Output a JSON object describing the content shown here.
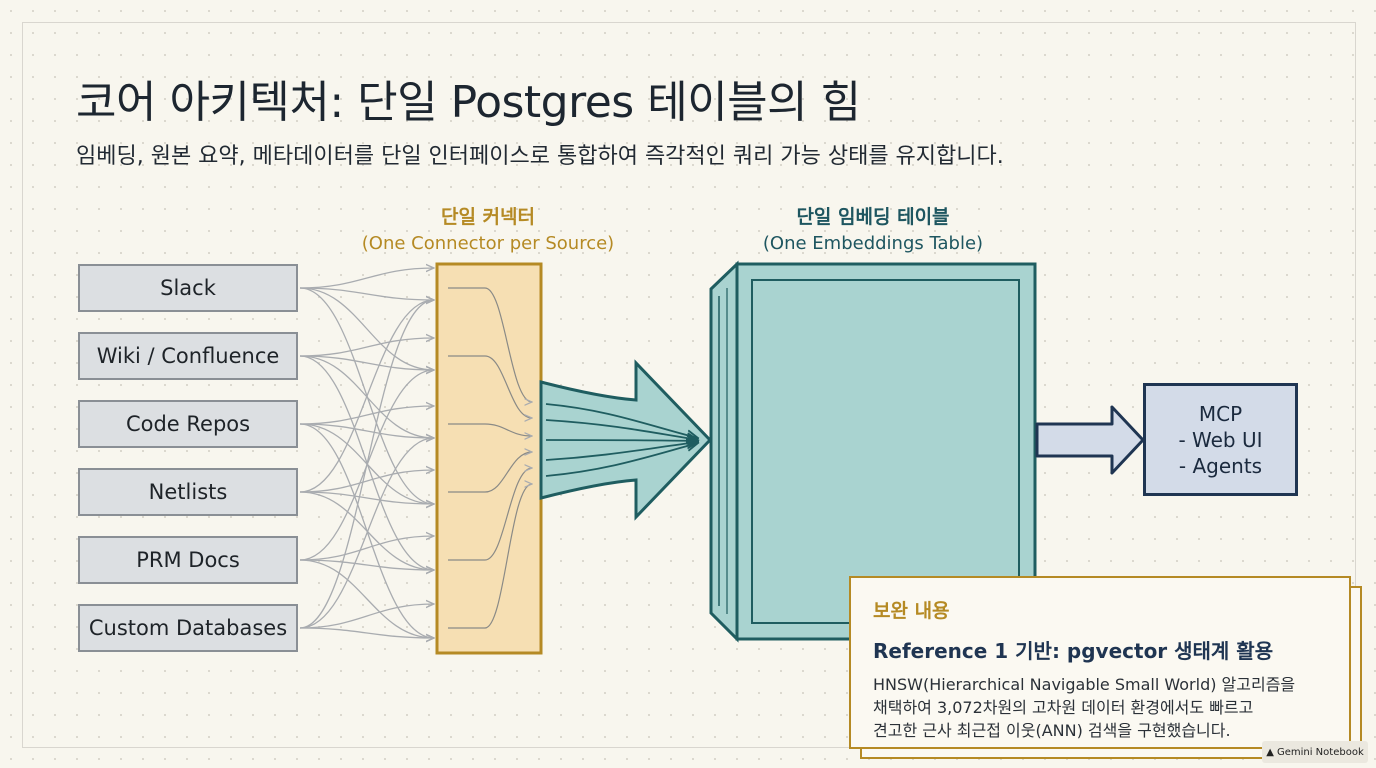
{
  "title": "코어 아키텍처: 단일 Postgres 테이블의 힘",
  "subtitle": "임베딩, 원본 요약, 메타데이터를 단일 인터페이스로 통합하여 즉각적인 쿼리 가능 상태를 유지합니다.",
  "connector": {
    "title": "단일 커넥터",
    "subtitle": "(One Connector per Source)"
  },
  "table": {
    "title": "단일 임베딩 테이블",
    "subtitle": "(One Embeddings Table)"
  },
  "sources": [
    "Slack",
    "Wiki / Confluence",
    "Code Repos",
    "Netlists",
    "PRM Docs",
    "Custom Databases"
  ],
  "outputs": {
    "line1": "MCP",
    "line2": "- Web UI",
    "line3": "- Agents"
  },
  "note": {
    "heading": "보완 내용",
    "reference": "Reference 1 기반: pgvector 생태계 활용",
    "body_line1": "HNSW(Hierarchical Navigable Small World) 알고리즘을",
    "body_line2": "채택하여 3,072차원의 고차원 데이터 환경에서도 빠르고",
    "body_line3": "견고한 근사 최근접 이웃(ANN) 검색을 구현했습니다."
  },
  "badge": "Gemini Notebook",
  "colors": {
    "accent_gold": "#b58a24",
    "connector_fill": "#f6dfb3",
    "table_fill": "#a9d3d0",
    "table_stroke": "#1f5d60",
    "navy": "#1f3552",
    "source_fill": "#dcdfe2"
  }
}
